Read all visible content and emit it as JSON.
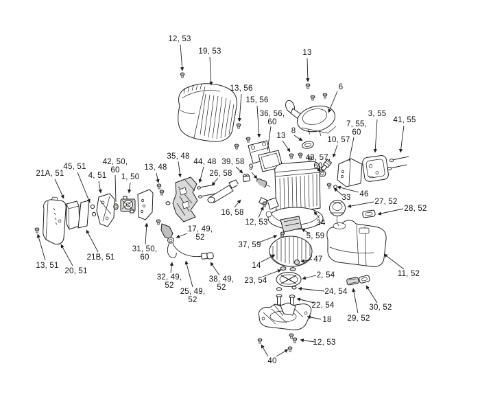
{
  "diagram": {
    "colors": {
      "background": "#ffffff",
      "line": "#1d1d1b",
      "text": "#111111"
    },
    "labels": [
      {
        "text": "12, 53"
      },
      {
        "text": "19, 53"
      },
      {
        "text": "13"
      },
      {
        "text": "13, 56"
      },
      {
        "text": "15, 56"
      },
      {
        "text": "36, 56, 60"
      },
      {
        "text": "6"
      },
      {
        "text": "8"
      },
      {
        "text": "13"
      },
      {
        "text": "3, 55"
      },
      {
        "text": "7, 55, 60"
      },
      {
        "text": "41, 55"
      },
      {
        "text": "10, 57"
      },
      {
        "text": "43, 57, 60"
      },
      {
        "text": "39, 58"
      },
      {
        "text": "9"
      },
      {
        "text": "35, 48"
      },
      {
        "text": "44, 48"
      },
      {
        "text": "26, 58"
      },
      {
        "text": "16, 58"
      },
      {
        "text": "12, 53"
      },
      {
        "text": "34"
      },
      {
        "text": "33"
      },
      {
        "text": "46"
      },
      {
        "text": "27, 52"
      },
      {
        "text": "28, 52"
      },
      {
        "text": "5, 59"
      },
      {
        "text": "37, 59"
      },
      {
        "text": "14"
      },
      {
        "text": "47"
      },
      {
        "text": "23, 54"
      },
      {
        "text": "2, 54"
      },
      {
        "text": "24, 54"
      },
      {
        "text": "22, 54"
      },
      {
        "text": "18"
      },
      {
        "text": "12, 53"
      },
      {
        "text": "40"
      },
      {
        "text": "29, 52"
      },
      {
        "text": "30, 52"
      },
      {
        "text": "11, 52"
      },
      {
        "text": "21A, 51"
      },
      {
        "text": "45, 51"
      },
      {
        "text": "4, 51"
      },
      {
        "text": "42, 50, 60"
      },
      {
        "text": "1, 50"
      },
      {
        "text": "13, 48"
      },
      {
        "text": "31, 50, 60"
      },
      {
        "text": "21B, 51"
      },
      {
        "text": "13, 51"
      },
      {
        "text": "20, 51"
      },
      {
        "text": "17, 49, 52"
      },
      {
        "text": "32, 49, 52"
      },
      {
        "text": "25, 49, 52"
      },
      {
        "text": "38, 49, 52"
      }
    ]
  }
}
